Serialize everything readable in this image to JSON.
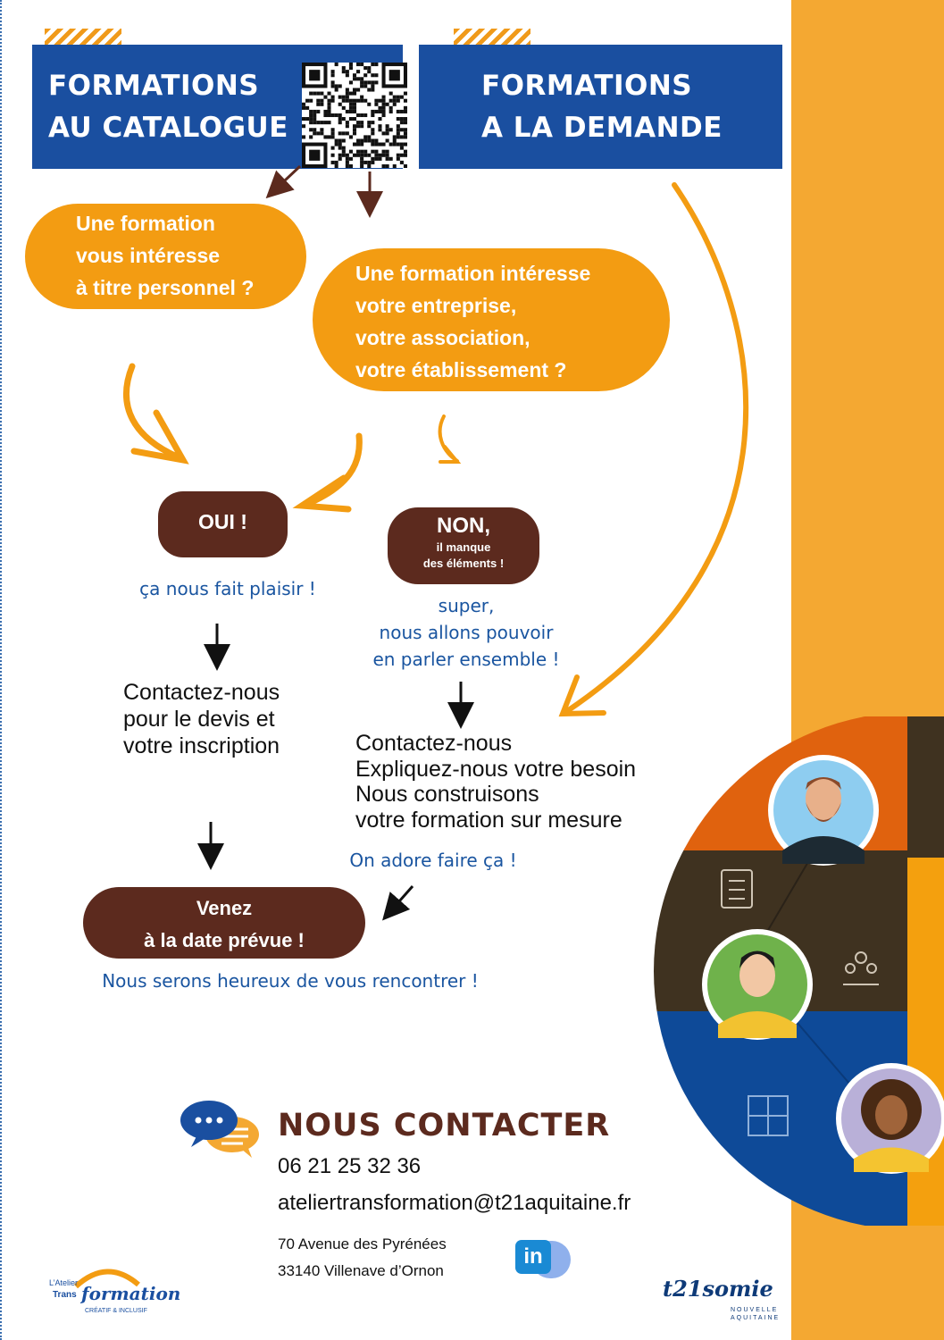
{
  "header_left": {
    "line1": "FORMATIONS",
    "line2": "AU CATALOGUE"
  },
  "header_right": {
    "line1": "FORMATIONS",
    "line2": "A LA DEMANDE"
  },
  "bubble_personal": {
    "line1": "Une formation",
    "line2": "vous intéresse",
    "line3": "à titre personnel ?"
  },
  "bubble_company": {
    "line1": "Une formation  intéresse",
    "line2": "votre entreprise,",
    "line3": "votre association,",
    "line4": "votre établissement ?"
  },
  "oui": {
    "label": "OUI !",
    "note": "ça nous fait plaisir !"
  },
  "non": {
    "label": "NON,",
    "sub1": "il manque",
    "sub2": "des éléments !",
    "note1": "super,",
    "note2": "nous allons pouvoir",
    "note3": "en parler ensemble !"
  },
  "step_left": {
    "line1": "Contactez-nous",
    "line2": "pour le devis et",
    "line3": "votre inscription"
  },
  "step_right": {
    "line1": "Contactez-nous",
    "line2": "Expliquez-nous votre besoin",
    "line3": "Nous construisons",
    "line4": "votre formation sur mesure"
  },
  "adore": "On adore faire ça !",
  "venez": {
    "line1": "Venez",
    "line2": "à la date prévue !"
  },
  "heureux": "Nous serons heureux de vous rencontrer !",
  "contact": {
    "title": "NOUS CONTACTER",
    "phone": "06 21 25 32 36",
    "email": "ateliertransformation@t21aquitaine.fr",
    "address1": "70 Avenue des Pyrénées",
    "address2": "33140 Villenave d’Ornon",
    "linkedin": "in"
  },
  "logo_left": {
    "line1": "L’Atelier",
    "trans": "Trans",
    "formation": "formation",
    "tagline": "CRÉATIF & INCLUSIF"
  },
  "logo_right": {
    "brand": "t21somie",
    "sub": "NOUVELLE AQUITAINE"
  },
  "icons": [
    "qr-code-icon",
    "chat-bubbles-icon",
    "linkedin-icon",
    "clipboard-icon",
    "team-icon",
    "puzzle-icon"
  ],
  "colors": {
    "blue": "#1a4fa0",
    "orange": "#f39c12",
    "brown": "#5c2a1e",
    "band": "#f4a832"
  }
}
